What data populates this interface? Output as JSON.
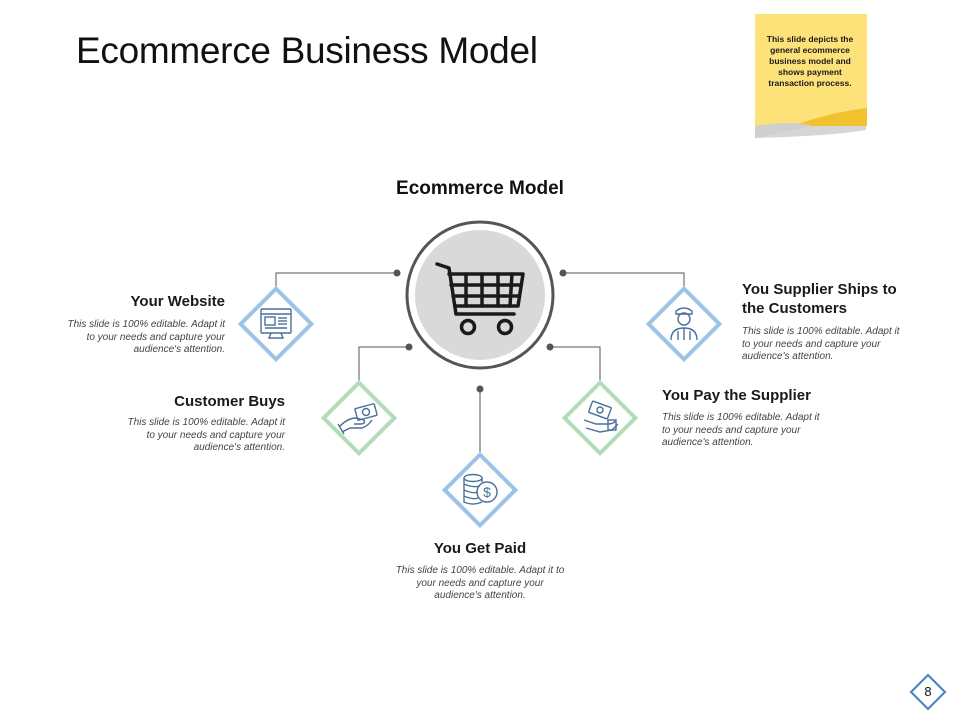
{
  "slide": {
    "title": "Ecommerce Business Model",
    "note": "This slide depicts the general ecommerce business model and shows payment transaction process.",
    "page_number": "8"
  },
  "diagram": {
    "title": "Ecommerce Model",
    "center_icon": "shopping-cart-icon",
    "steps": [
      {
        "title": "Your Website",
        "description": "This slide is 100% editable. Adapt it to your needs and capture your audience's attention.",
        "icon": "website-icon",
        "color": "#9cc3e6"
      },
      {
        "title": "Customer Buys",
        "description": "This slide is 100% editable. Adapt it to your needs and capture your audience's attention.",
        "icon": "hand-cash-icon",
        "color": "#b3dcb9"
      },
      {
        "title": "You Get Paid",
        "description": "This slide is 100% editable. Adapt it to your needs and capture your audience's attention.",
        "icon": "coins-icon",
        "color": "#9cc3e6"
      },
      {
        "title": "You Pay the Supplier",
        "description": "This slide is 100% editable. Adapt it to your needs and capture your audience's attention.",
        "icon": "pay-money-icon",
        "color": "#b3dcb9"
      },
      {
        "title": "You Supplier Ships to the Customers",
        "description": "This slide is 100% editable. Adapt it to your needs and capture your audience's attention.",
        "icon": "delivery-person-icon",
        "color": "#9cc3e6"
      }
    ]
  },
  "colors": {
    "sticky_note": "#fde27a",
    "sticky_fold": "#f2c12e",
    "connector": "#555555",
    "center_fill": "#d9d9d9",
    "page_badge": "#3f7fc4"
  }
}
